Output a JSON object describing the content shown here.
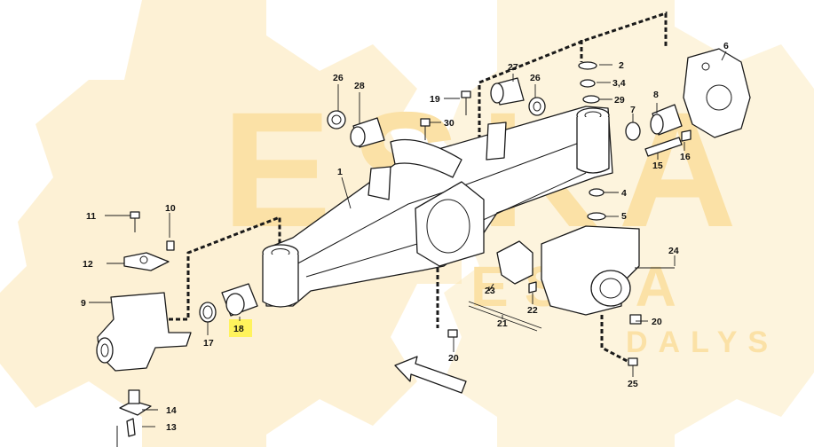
{
  "watermark": {
    "brand": "ESKA",
    "brand_small": "ESKA",
    "tagline": "DALYS",
    "color": "#fbe1a6"
  },
  "highlight": {
    "part": "18",
    "color": "#fff35c"
  },
  "callouts": [
    {
      "id": "c1",
      "label": "1"
    },
    {
      "id": "c2",
      "label": "2"
    },
    {
      "id": "c34",
      "label": "3,4"
    },
    {
      "id": "c4",
      "label": "4"
    },
    {
      "id": "c5",
      "label": "5"
    },
    {
      "id": "c6",
      "label": "6"
    },
    {
      "id": "c7",
      "label": "7"
    },
    {
      "id": "c8",
      "label": "8"
    },
    {
      "id": "c9",
      "label": "9"
    },
    {
      "id": "c10",
      "label": "10"
    },
    {
      "id": "c11",
      "label": "11"
    },
    {
      "id": "c12",
      "label": "12"
    },
    {
      "id": "c13",
      "label": "13"
    },
    {
      "id": "c14",
      "label": "14"
    },
    {
      "id": "c15",
      "label": "15"
    },
    {
      "id": "c16",
      "label": "16"
    },
    {
      "id": "c17",
      "label": "17"
    },
    {
      "id": "c18",
      "label": "18"
    },
    {
      "id": "c19",
      "label": "19"
    },
    {
      "id": "c20a",
      "label": "20"
    },
    {
      "id": "c20b",
      "label": "20"
    },
    {
      "id": "c21",
      "label": "21"
    },
    {
      "id": "c22",
      "label": "22"
    },
    {
      "id": "c23",
      "label": "23"
    },
    {
      "id": "c24",
      "label": "24"
    },
    {
      "id": "c25",
      "label": "25"
    },
    {
      "id": "c26a",
      "label": "26"
    },
    {
      "id": "c26b",
      "label": "26"
    },
    {
      "id": "c27",
      "label": "27"
    },
    {
      "id": "c28",
      "label": "28"
    },
    {
      "id": "c29",
      "label": "29"
    },
    {
      "id": "c30",
      "label": "30"
    }
  ]
}
